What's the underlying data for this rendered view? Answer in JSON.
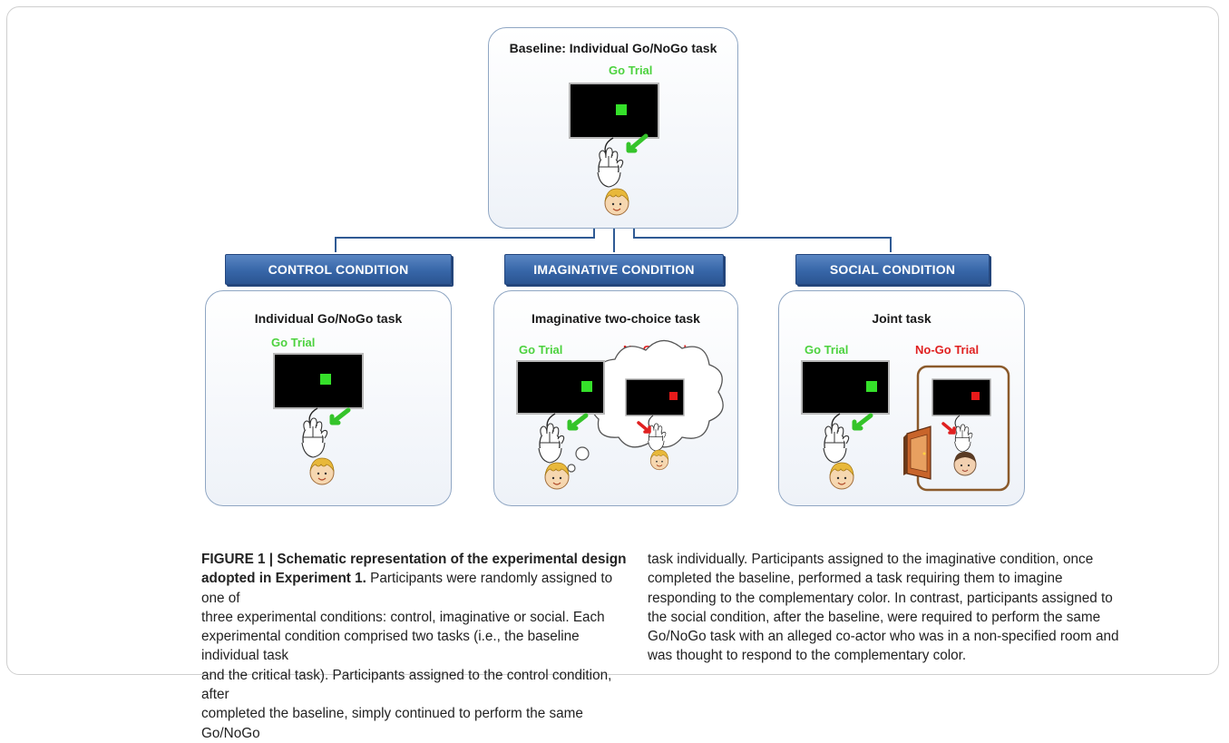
{
  "baseline": {
    "title": "Baseline: Individual Go/NoGo task",
    "go_trial": "Go Trial"
  },
  "conditions": [
    {
      "label": "CONTROL CONDITION",
      "task_title": "Individual Go/NoGo task",
      "go_trial": "Go Trial"
    },
    {
      "label": "IMAGINATIVE CONDITION",
      "task_title": "Imaginative two-choice task",
      "go_trial": "Go Trial",
      "nogo_trial": "No-Go Trial"
    },
    {
      "label": "SOCIAL  CONDITION",
      "task_title": "Joint task",
      "go_trial": "Go Trial",
      "nogo_trial": "No-Go Trial"
    }
  ],
  "caption": {
    "heading_line1": "FIGURE 1 | Schematic representation of the experimental design",
    "heading_line2": "adopted in Experiment 1.",
    "left_lines": [
      " Participants were randomly assigned to one of",
      "three experimental conditions: control, imaginative or social. Each",
      "experimental condition comprised two tasks (i.e., the baseline individual task",
      "and the critical task). Participants assigned to the control condition, after",
      "completed the baseline, simply continued to perform the same Go/NoGo"
    ],
    "right_lines": [
      "task individually. Participants assigned to the imaginative condition, once",
      "completed the baseline, performed a task requiring them to imagine",
      "responding to the complementary color. In contrast, participants assigned to",
      "the social condition, after the baseline, were required to perform the same",
      "Go/NoGo task with an alleged co-actor who was in a non-specified room and",
      "was thought to respond to the complementary color."
    ]
  },
  "colors": {
    "go": "#4cd23e",
    "nogo": "#e02020",
    "label_blue": "#3766a8",
    "panel_border": "#8fa6c3",
    "social_frame": "#8b5a2b"
  }
}
